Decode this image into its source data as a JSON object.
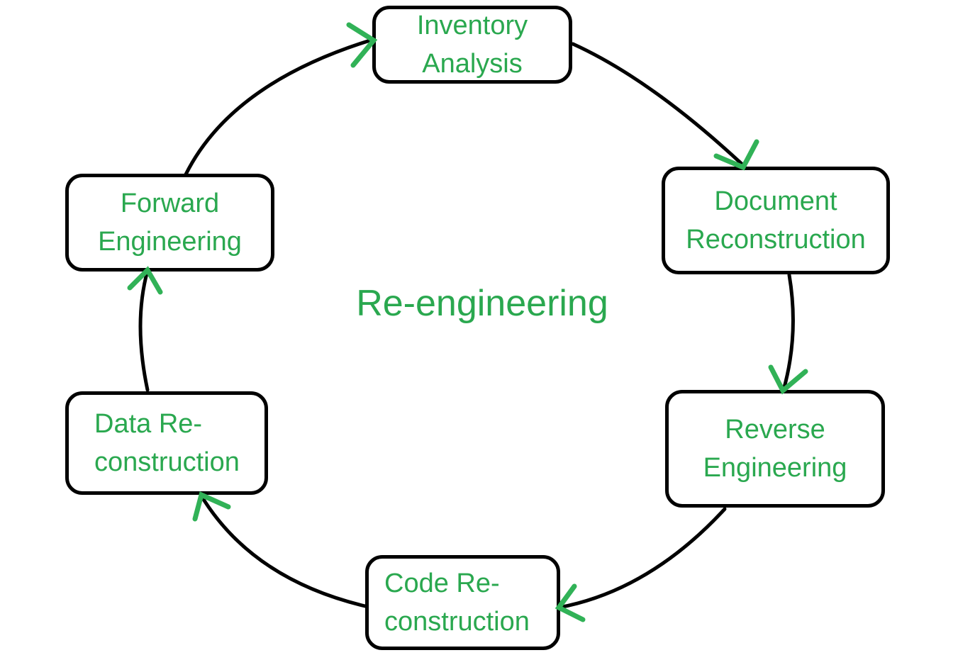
{
  "diagram": {
    "center_label": "Re-engineering",
    "nodes": [
      {
        "id": "inventory-analysis",
        "lines": [
          "Inventory",
          "Analysis"
        ]
      },
      {
        "id": "document-reconstruction",
        "lines": [
          "Document",
          "Reconstruction"
        ]
      },
      {
        "id": "reverse-engineering",
        "lines": [
          "Reverse",
          "Engineering"
        ]
      },
      {
        "id": "code-reconstruction",
        "lines": [
          "Code Re-",
          "construction"
        ]
      },
      {
        "id": "data-reconstruction",
        "lines": [
          "Data Re-",
          "construction"
        ]
      },
      {
        "id": "forward-engineering",
        "lines": [
          "Forward",
          "Engineering"
        ]
      }
    ],
    "edges": [
      {
        "from": "inventory-analysis",
        "to": "document-reconstruction"
      },
      {
        "from": "document-reconstruction",
        "to": "reverse-engineering"
      },
      {
        "from": "reverse-engineering",
        "to": "code-reconstruction"
      },
      {
        "from": "code-reconstruction",
        "to": "data-reconstruction"
      },
      {
        "from": "data-reconstruction",
        "to": "forward-engineering"
      },
      {
        "from": "forward-engineering",
        "to": "inventory-analysis"
      }
    ],
    "colors": {
      "text_green": "#2aa84f",
      "arrow_green": "#31b257",
      "line_black": "#000000",
      "box_bg": "#ffffff",
      "page_bg": "#ffffff"
    }
  }
}
